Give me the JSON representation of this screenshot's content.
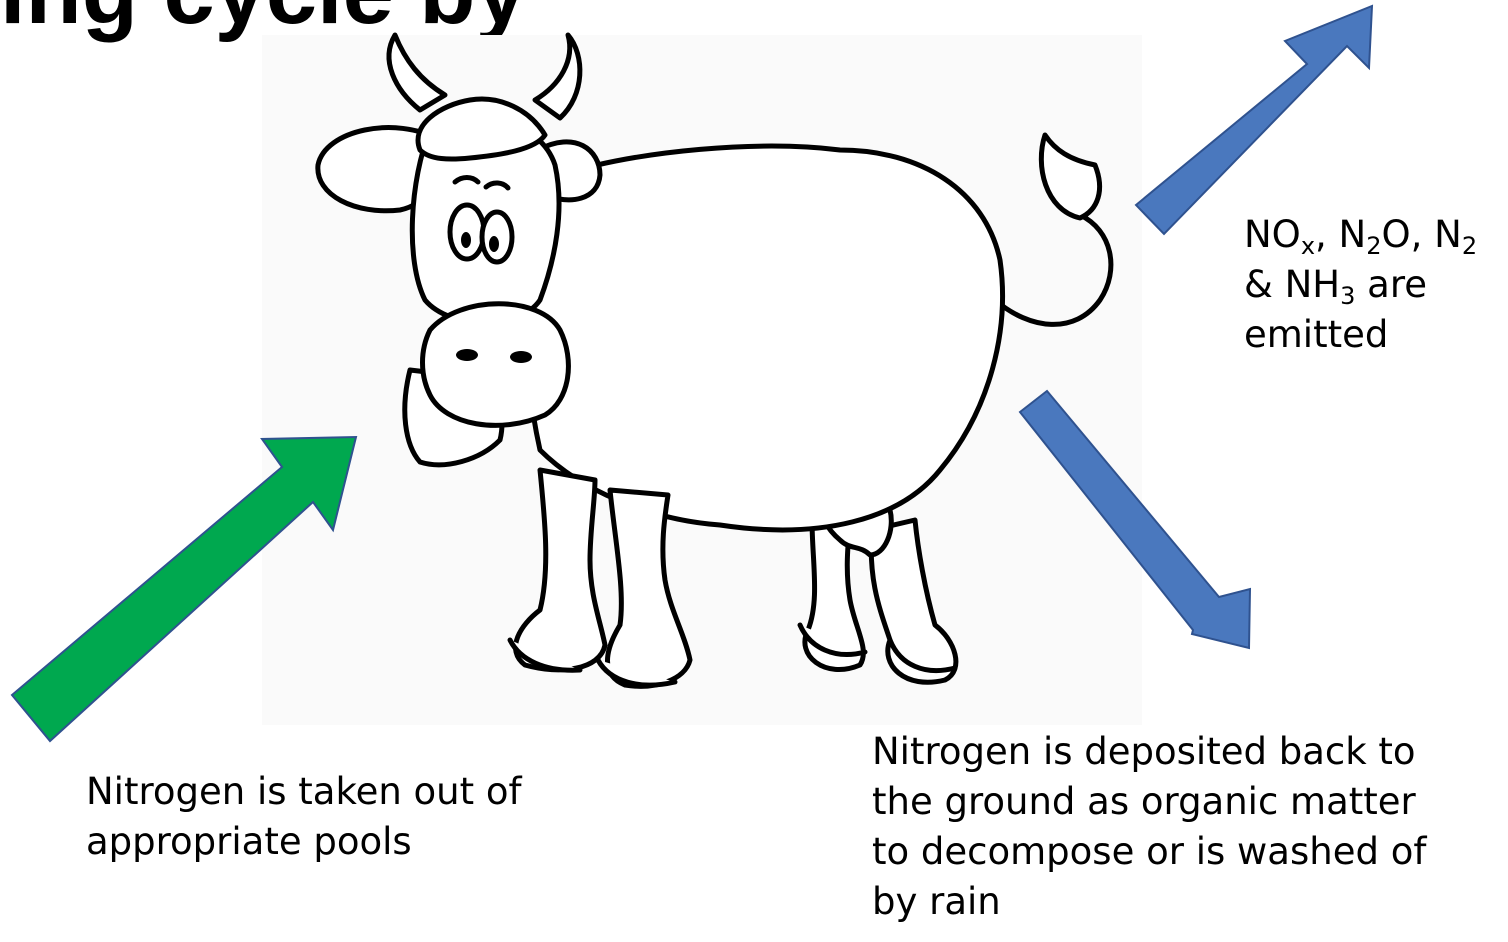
{
  "title_fragment": "ing cycle by",
  "emissions_label": {
    "lines": [
      [
        {
          "t": "NO"
        },
        {
          "sub": "x"
        },
        {
          "t": ", N"
        },
        {
          "sub": "2"
        },
        {
          "t": "O, N"
        },
        {
          "sub": "2"
        }
      ],
      [
        {
          "t": "& NH"
        },
        {
          "sub": "3"
        },
        {
          "t": " are"
        }
      ],
      [
        {
          "t": "emitted"
        }
      ]
    ]
  },
  "intake_label": "Nitrogen is taken out of appropriate pools",
  "deposition_label": "Nitrogen is deposited back to the ground as organic matter to decompose or is washed of by rain",
  "colors": {
    "intake_arrow": "#00A84F",
    "output_arrow": "#4A78BE",
    "arrow_outline": "#2F528F",
    "line_art": "#000000"
  },
  "icons": {
    "cow": "cow-illustration",
    "intake_arrow": "arrow-up-right-green",
    "emission_arrow": "arrow-up-right-blue",
    "deposition_arrow": "arrow-down-right-blue"
  }
}
